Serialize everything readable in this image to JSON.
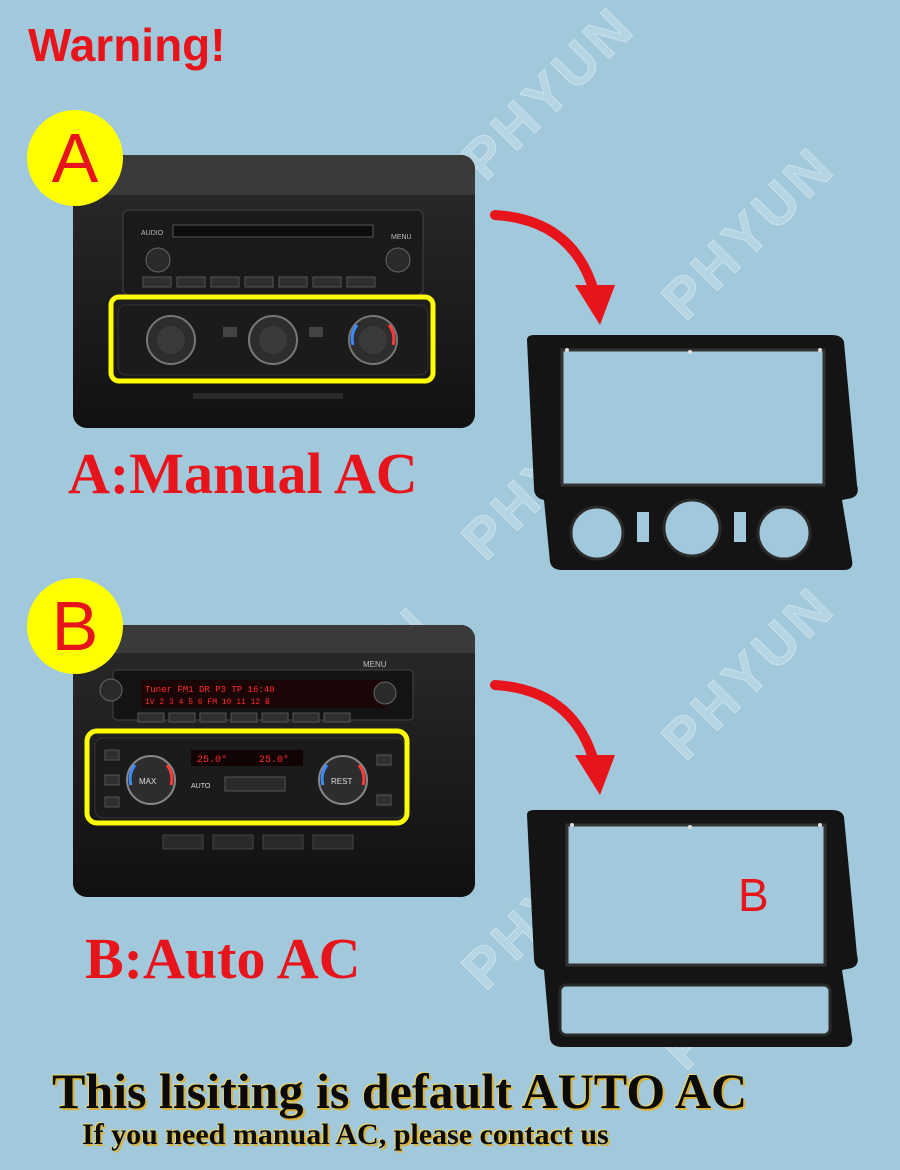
{
  "warning_text": "Warning!",
  "watermark": "PHYUN",
  "section_a": {
    "badge": "A",
    "caption": "A:Manual AC",
    "radio_text": {
      "audio": "AUDIO",
      "menu": "MENU"
    }
  },
  "section_b": {
    "badge": "B",
    "caption": "B:Auto AC",
    "frame_label": "B",
    "radio_display": {
      "line1": "Tuner FM1   DR P3   TP   16:40",
      "line2": "1V 2 3 4 5 6 FM 10 11 12 B"
    },
    "climate_display": {
      "left_temp": "25.0°",
      "right_temp": "25.0°"
    },
    "climate_buttons": {
      "max": "MAX",
      "auto": "AUTO",
      "rest": "REST"
    },
    "menu": "MENU"
  },
  "footer": {
    "title": "This lisiting is default AUTO AC",
    "subtitle": "If you need manual AC, please contact us"
  },
  "colors": {
    "background": "#a1c9db",
    "accent_red": "#e8141b",
    "badge_yellow": "#ffff00",
    "highlight_box": "#ffff00"
  }
}
